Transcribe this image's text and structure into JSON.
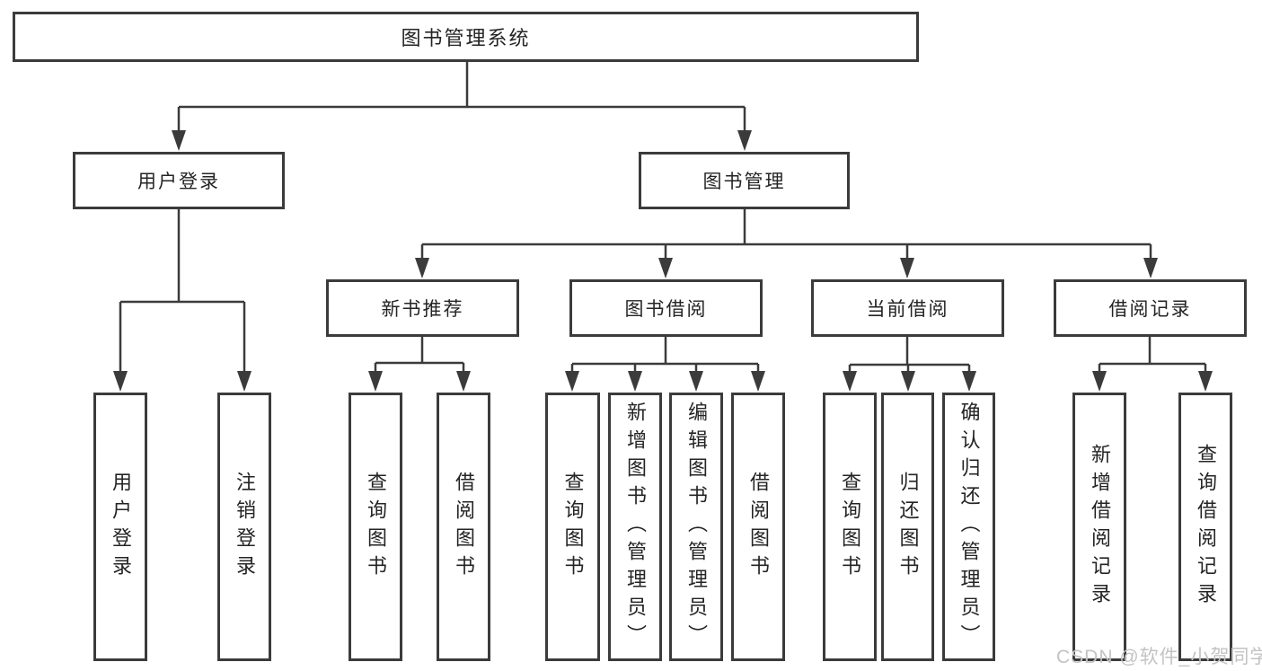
{
  "diagram": {
    "type": "hierarchy-tree",
    "colors": {
      "line": "#3b3b3b",
      "text": "#242424",
      "background": "#ffffff",
      "watermark": "#c3c3c3"
    },
    "nodes": {
      "root": "图书管理系统",
      "user_login": "用户登录",
      "book_mgmt": "图书管理",
      "new_book_rec": "新书推荐",
      "book_borrow": "图书借阅",
      "current_borrow": "当前借阅",
      "borrow_records": "借阅记录",
      "leaf_user_login": "用户登录",
      "leaf_logout": "注销登录",
      "leaf_nb_query": "查询图书",
      "leaf_nb_borrow": "借阅图书",
      "leaf_bb_query": "查询图书",
      "leaf_bb_add": "新增图书（管理员）",
      "leaf_bb_edit": "编辑图书（管理员）",
      "leaf_bb_borrow": "借阅图书",
      "leaf_cb_query": "查询图书",
      "leaf_cb_return": "归还图书",
      "leaf_cb_confirm": "确认归还（管理员）",
      "leaf_br_add": "新增借阅记录",
      "leaf_br_query": "查询借阅记录"
    },
    "watermark": "CSDN @软件_小贺同学"
  }
}
